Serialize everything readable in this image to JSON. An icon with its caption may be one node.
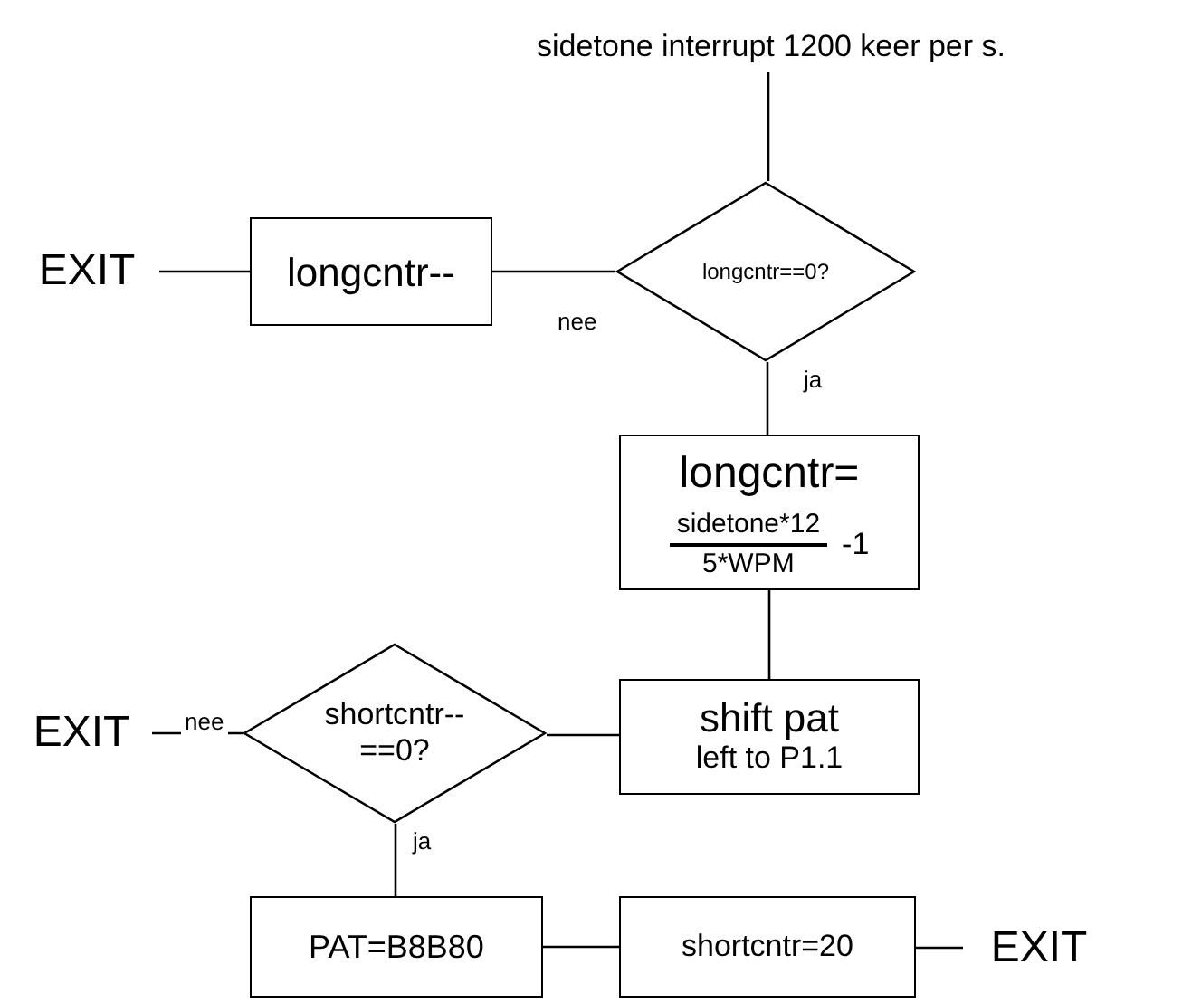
{
  "diagram": {
    "nodes": [
      {
        "text": [
          "sidetone interrupt 1200 keer per s."
        ]
      },
      {
        "text": [
          "longcntr==0?"
        ]
      },
      {
        "text": [
          "longcntr--"
        ]
      },
      {
        "text": [
          "EXIT"
        ]
      },
      {
        "text": [
          "longcntr=",
          "sidetone*12",
          "5*WPM",
          "-1"
        ]
      },
      {
        "text": [
          "shift pat",
          "left to P1.1"
        ]
      },
      {
        "text": [
          "shortcntr-- ==0?"
        ]
      },
      {
        "text": [
          "EXIT"
        ]
      },
      {
        "text": [
          "PAT=B8B80"
        ]
      },
      {
        "text": [
          "shortcntr=20"
        ]
      },
      {
        "text": [
          "EXIT"
        ]
      }
    ],
    "edges": [
      {
        "from": 0,
        "to": 1,
        "arrow": "none"
      },
      {
        "from": 1,
        "to": 2,
        "arrow": "none",
        "label": "nee"
      },
      {
        "from": 2,
        "to": 3,
        "arrow": "none"
      },
      {
        "from": 1,
        "to": 4,
        "arrow": "none",
        "label": "ja"
      },
      {
        "from": 4,
        "to": 5,
        "arrow": "none"
      },
      {
        "from": 5,
        "to": 6,
        "arrow": "none"
      },
      {
        "from": 6,
        "to": 7,
        "arrow": "none",
        "label": "nee"
      },
      {
        "from": 6,
        "to": 8,
        "arrow": "none",
        "label": "ja"
      },
      {
        "from": 8,
        "to": 9,
        "arrow": "none"
      },
      {
        "from": 9,
        "to": 10,
        "arrow": "none"
      }
    ]
  }
}
